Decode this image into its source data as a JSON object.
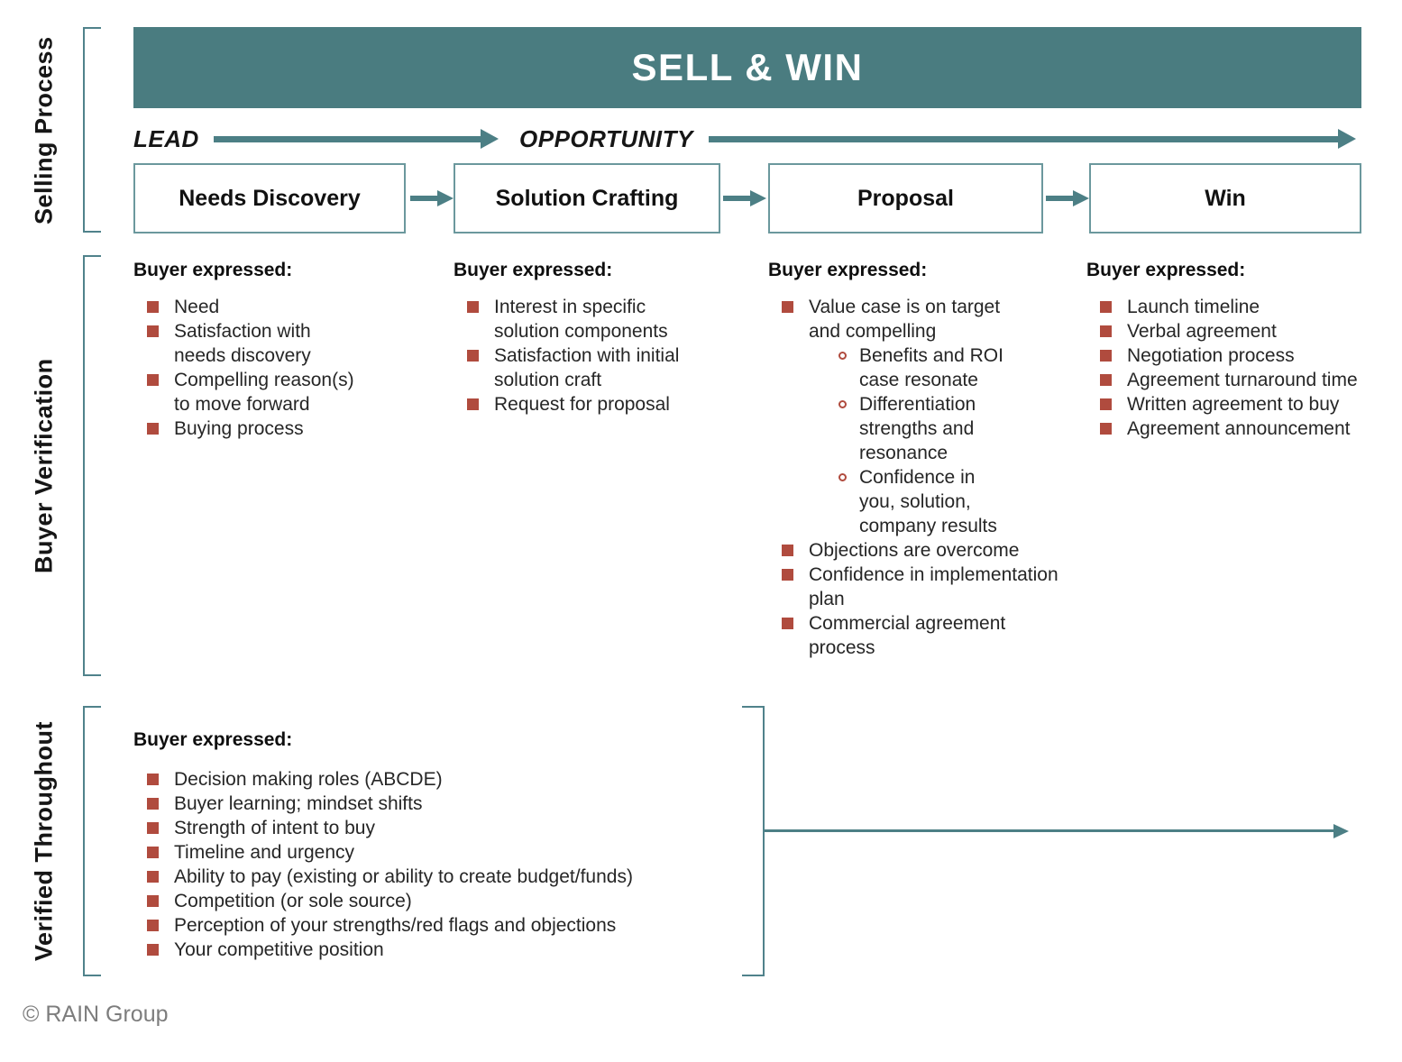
{
  "colors": {
    "teal": "#4a7c80",
    "teal_arrow": "#4c7f85",
    "teal_line": "#50828b",
    "box_border": "#6b989d",
    "bullet_red": "#b04b3e",
    "text": "#262626",
    "footer_gray": "#7d7d7d"
  },
  "banner": {
    "title": "SELL & WIN"
  },
  "side_labels": {
    "selling_process": "Selling Process",
    "buyer_verification": "Buyer Verification",
    "verified_throughout": "Verified Throughout"
  },
  "funnel": {
    "lead_label": "LEAD",
    "opportunity_label": "OPPORTUNITY",
    "stages": [
      "Needs Discovery",
      "Solution Crafting",
      "Proposal",
      "Win"
    ]
  },
  "verification": {
    "columns": [
      {
        "header": "Buyer expressed:",
        "items": [
          "Need",
          "Satisfaction with\nneeds discovery",
          "Compelling reason(s)\nto move forward",
          "Buying process"
        ]
      },
      {
        "header": "Buyer expressed:",
        "items": [
          "Interest in specific\nsolution components",
          "Satisfaction with initial\nsolution craft",
          "Request for proposal"
        ]
      },
      {
        "header": "Buyer expressed:",
        "items": [
          {
            "text": "Value case is on target\nand compelling",
            "sub": [
              "Benefits and ROI\ncase resonate",
              "Differentiation\nstrengths and\nresonance",
              "Confidence in\nyou, solution,\ncompany results"
            ]
          },
          "Objections are overcome",
          "Confidence in implementation\nplan",
          "Commercial agreement\nprocess"
        ]
      },
      {
        "header": "Buyer expressed:",
        "items": [
          "Launch timeline",
          "Verbal agreement",
          "Negotiation process",
          "Agreement turnaround time",
          "Written agreement to buy",
          "Agreement announcement"
        ]
      }
    ]
  },
  "verified_throughout": {
    "header": "Buyer expressed:",
    "items": [
      "Decision making roles (ABCDE)",
      "Buyer learning; mindset shifts",
      "Strength of intent to buy",
      "Timeline and urgency",
      "Ability to pay (existing or ability to create budget/funds)",
      "Competition (or sole source)",
      "Perception of your strengths/red flags and objections",
      "Your competitive position"
    ]
  },
  "footer": {
    "copyright": "© RAIN Group"
  }
}
